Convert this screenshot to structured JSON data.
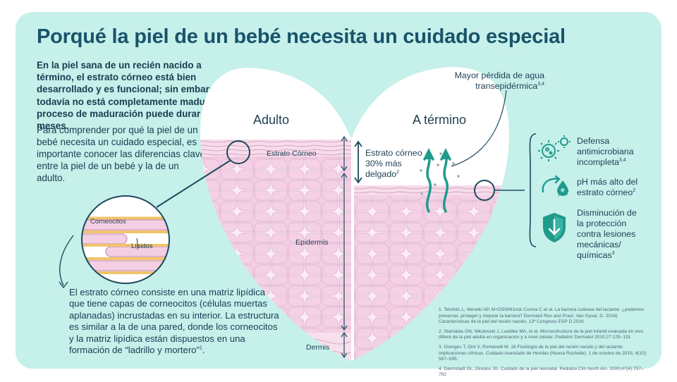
{
  "title": "Porqué la piel de un bebé necesita un cuidado especial",
  "intro": "En la piel sana de un recién nacido a término, el estrato córneo está bien desarrollado y es funcional; sin embargo, todavía no está completamente maduro; el proceso de maduración puede durar varios meses.",
  "paragraph2": "Para comprender por qué la piel de un bebé necesita un cuidado especial, es importante conocer las diferencias clave entre la piel de un bebé y la de un adulto.",
  "paragraph3": {
    "text": "El estrato córneo consiste en una matriz lipídica que tiene capas de corneocitos (células muertas aplanadas) incrustadas en su interior. La estructura es similar a la de una pared, donde los corneocitos y la matriz lipídica están dispuestos en una formación de “ladrillo y mortero”",
    "sup": "1",
    "end": "."
  },
  "adult": {
    "title": "Adulto",
    "label_stratum": "Estrato Córneo",
    "label_epidermis": "Epidermis",
    "label_dermis": "Dermis"
  },
  "term": {
    "title": "A término",
    "thinner_line1": "Estrato córneo",
    "thinner_line2": "30% más",
    "thinner_line3": "delgado",
    "thinner_sup": "2"
  },
  "zoom": {
    "label_corneocytes": "Corneocitos",
    "label_lipids": "Lípidos"
  },
  "water_loss": {
    "line1": "Mayor pérdida de agua",
    "line2": "transepidérmica",
    "sup": "3,4"
  },
  "features": [
    {
      "icon": "microbe-shield-icon",
      "line1": "Defensa",
      "line2": "antimicrobiana",
      "line3": "incompleta",
      "sup": "3,4"
    },
    {
      "icon": "ph-drop-icon",
      "line1": "pH más alto del",
      "line2": "estrato córneo",
      "line3": "",
      "sup": "2",
      "ph": "pH"
    },
    {
      "icon": "shield-arrow-icon",
      "line1": "Disminución de",
      "line2": "la protección",
      "line3": "contra lesiones",
      "line4": "mecánicas/",
      "line5": "químicas",
      "sup": "3"
    }
  ],
  "references": [
    "1. Telofski, L, Morello AP, M+DS0061ock Correa C et al. La barrera cutánea del lactante: ¿podemos preservar, proteger y mejorar la barrera? Dermatol Res and Pract. Van Gysel, D. 2016) Características de la piel del recién nacido, 13º Congreso ESP D 2016.",
    "2. Stamatas GN, Nikolovski J, Luedtke MA, et al. Microestructura de la piel infantil evaluada en vivo difiere de la piel adulta en organización y a nivel celular. Pediatric Dermatol 2010;27:125–131",
    "3. Oranges T, Dini V, Romanelli M. 16 Fisiología de la piel del recién nacido y del lactante: implicaciones clínicas. Cuidado Avanzado de Heridas (Nueva Rochelle). 1 de octubre de 2015; 4(10): 587–595.",
    "4. Darmstadt GL, Dinulos JG. Cuidado de la piel neonatal. Pediatra Clin North Am. 2000;47(4):757–782"
  ],
  "colors": {
    "background": "#c6f0ea",
    "title": "#18546a",
    "text": "#173d52",
    "teal": "#1f9b8c",
    "dark_line": "#1c4a5c",
    "skin_pink": "#f4cfe3",
    "skin_stroke": "#d9a6c9"
  }
}
